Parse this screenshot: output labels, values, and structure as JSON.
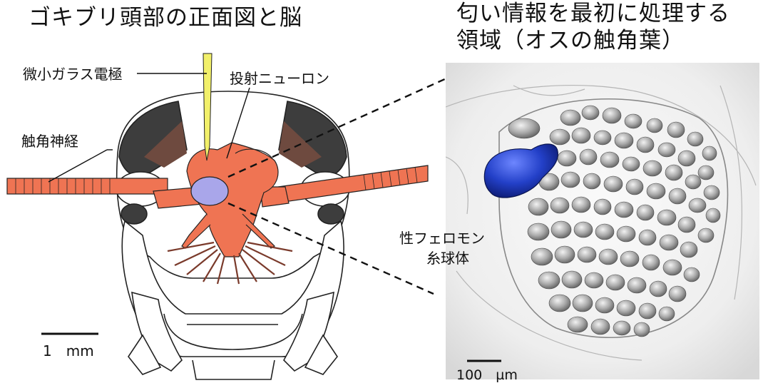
{
  "left_panel": {
    "title": "ゴキブリ頭部の正面図と脳",
    "labels": {
      "electrode": "微小ガラス電極",
      "projection_neuron": "投射ニューロン",
      "antennal_nerve": "触角神経"
    },
    "scale_bar": "1　mm"
  },
  "right_panel": {
    "title_line1": "匂い情報を最初に処理する",
    "title_line2": "領域（オスの触角葉）",
    "label_line1": "性フェロモン",
    "label_line2": "糸球体",
    "scale_bar": "100　µm"
  },
  "colors": {
    "brain": "#ef7453",
    "highlight": "#a9a6ea",
    "electrode": "#f2f06a",
    "pheromone_glomerulus": "#1f3fc0",
    "glomeruli": "#a7a7a7",
    "head_dark": "#3d3d3d"
  }
}
